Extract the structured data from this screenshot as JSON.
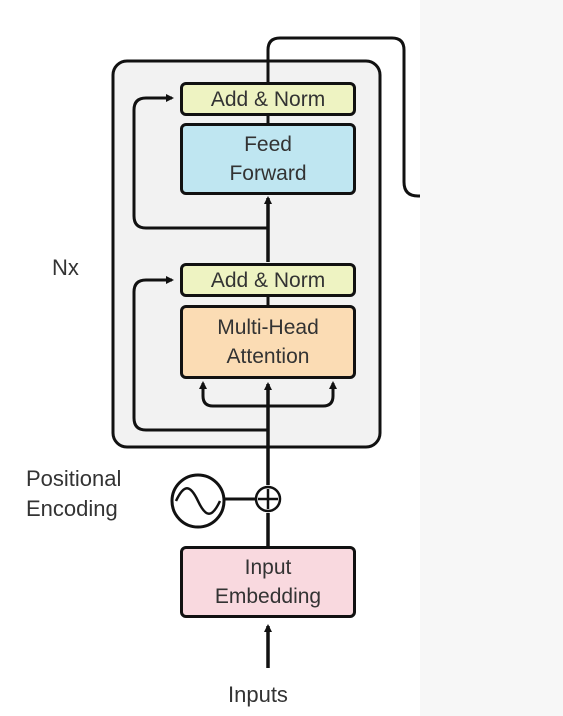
{
  "diagram": {
    "repeat_label": "Nx",
    "add_norm_top": "Add & Norm",
    "feed_forward": [
      "Feed",
      "Forward"
    ],
    "add_norm_bottom": "Add & Norm",
    "attention": [
      "Multi-Head",
      "Attention"
    ],
    "positional_encoding": [
      "Positional",
      "Encoding"
    ],
    "input_embedding": [
      "Input",
      "Embedding"
    ],
    "inputs": "Inputs"
  },
  "colors": {
    "add_norm": "#eef3c2",
    "feed_forward": "#bfe6f1",
    "attention": "#fbdcb4",
    "input_embedding": "#f9d9df",
    "block_background": "#f2f2f2"
  }
}
